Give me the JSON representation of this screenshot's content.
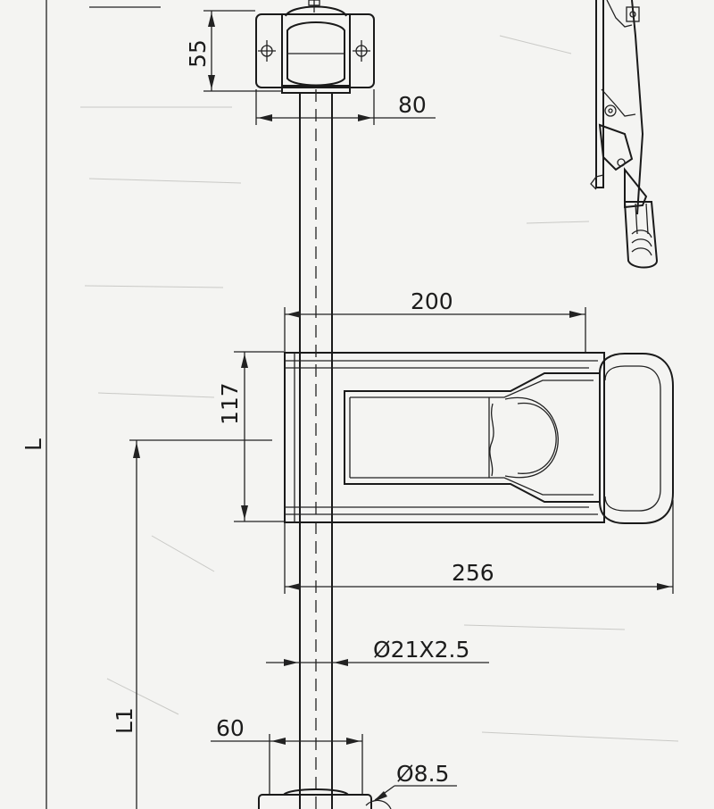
{
  "drawing": {
    "dimensions": {
      "bracket_height": "55",
      "bracket_width": "80",
      "handle_depth": "200",
      "handle_height": "117",
      "handle_total_width": "256",
      "pipe_spec": "Ø21X2.5",
      "lower_bracket_width": "60",
      "hole_diameter": "Ø8.5",
      "overall_length": "L",
      "lower_length": "L1"
    }
  }
}
